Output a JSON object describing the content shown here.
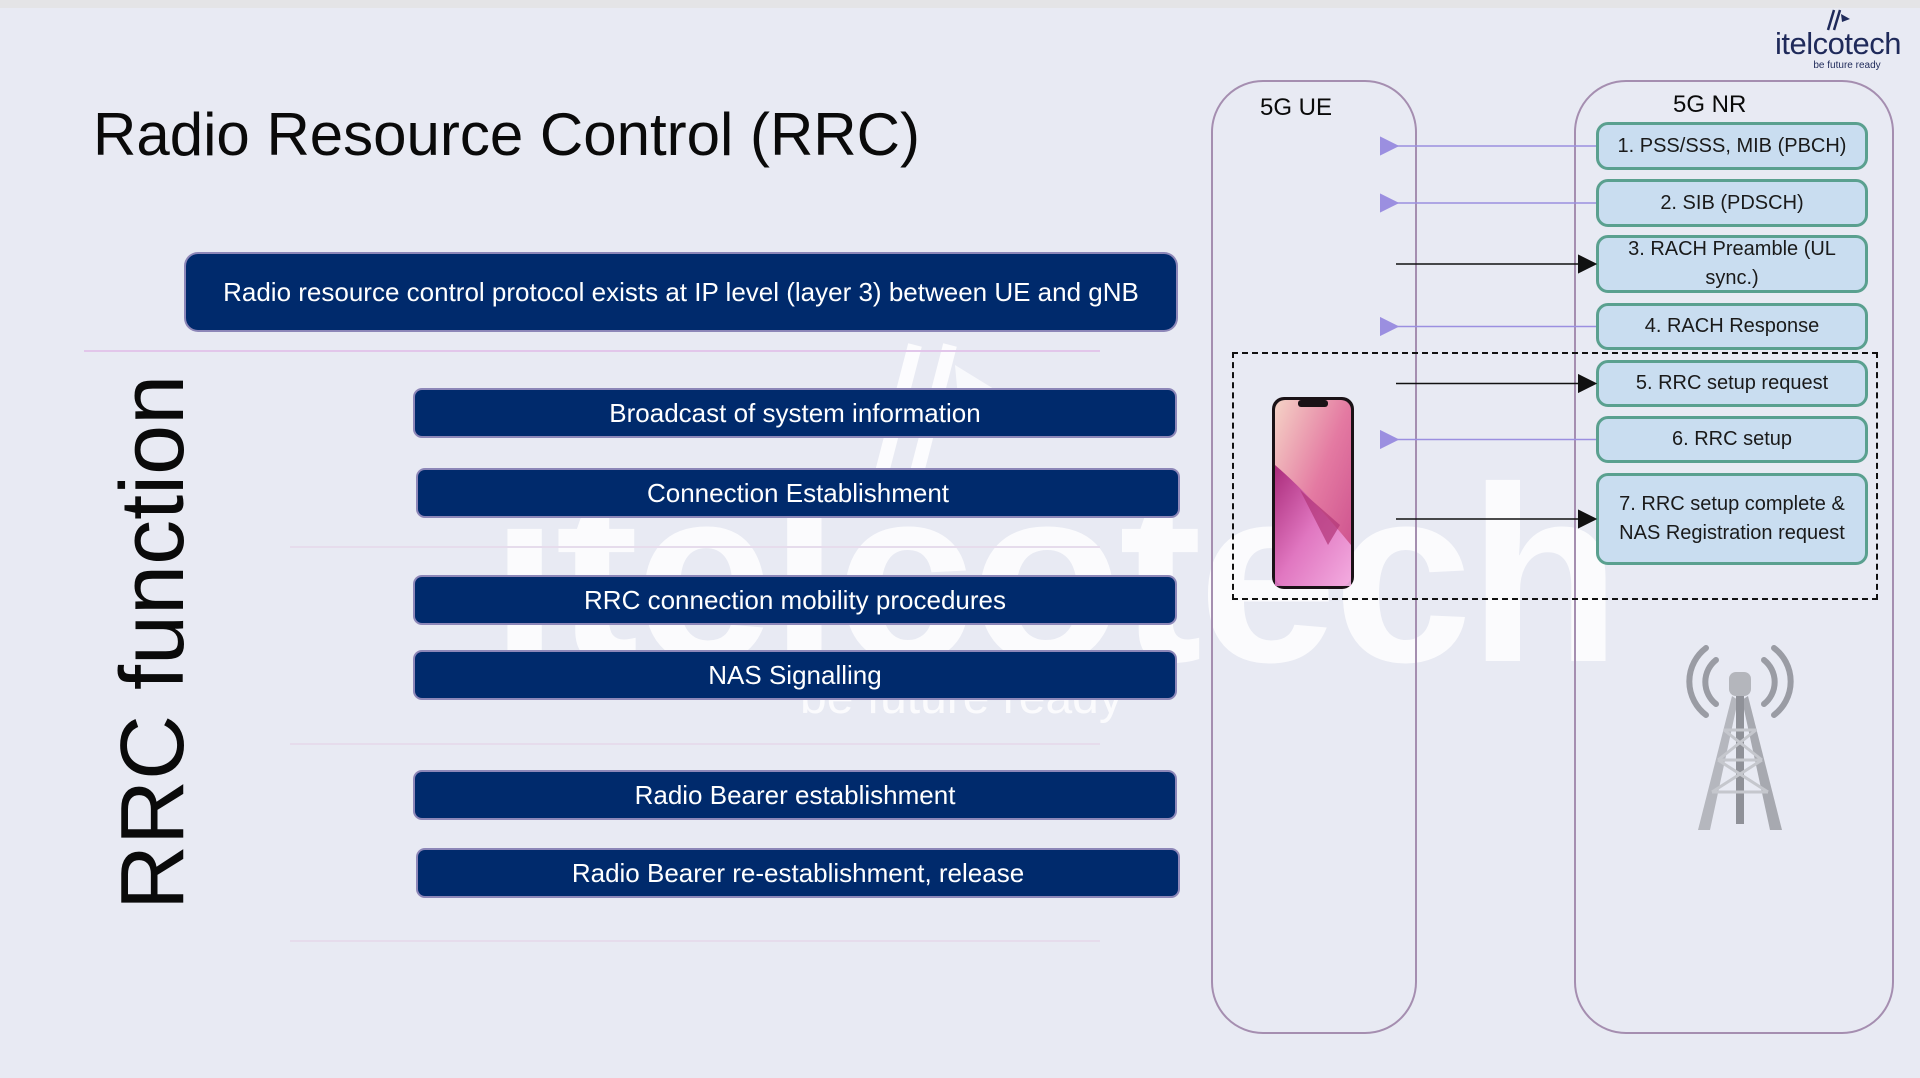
{
  "logo": {
    "wordmark": "itelcotech",
    "tagline": "be future ready",
    "icon": "logo-mark-icon"
  },
  "watermark": {
    "wordmark": "itelcotech",
    "tagline": "be future ready"
  },
  "title": "Radio Resource Control (RRC)",
  "header_box": "Radio resource control protocol exists at IP level (layer 3) between UE and gNB",
  "side_label": "RRC function",
  "functions": [
    "Broadcast of system information",
    "Connection Establishment",
    "RRC connection mobility procedures",
    "NAS Signalling",
    "Radio Bearer establishment",
    "Radio Bearer re-establishment, release"
  ],
  "columns": {
    "ue": "5G UE",
    "nr": "5G NR"
  },
  "messages": [
    {
      "label": "1. PSS/SSS, MIB (PBCH)",
      "direction": "downlink"
    },
    {
      "label": "2. SIB (PDSCH)",
      "direction": "downlink"
    },
    {
      "label": "3. RACH Preamble (UL sync.)",
      "direction": "uplink"
    },
    {
      "label": "4. RACH Response",
      "direction": "downlink"
    },
    {
      "label": "5. RRC setup request",
      "direction": "uplink"
    },
    {
      "label": "6. RRC setup",
      "direction": "downlink"
    },
    {
      "label": "7. RRC setup complete & NAS Registration request",
      "direction": "uplink"
    }
  ],
  "icons": {
    "ue": "smartphone-icon",
    "nr": "cell-tower-icon"
  },
  "colors": {
    "navy": "#002a6c",
    "msg_box_fill": "#c9ddf0",
    "msg_box_border": "#5aa08f",
    "downlink_arrow": "#9b8fe0",
    "uplink_arrow": "#111111",
    "column_border": "#a58eb0",
    "background": "#e8eaf3"
  }
}
